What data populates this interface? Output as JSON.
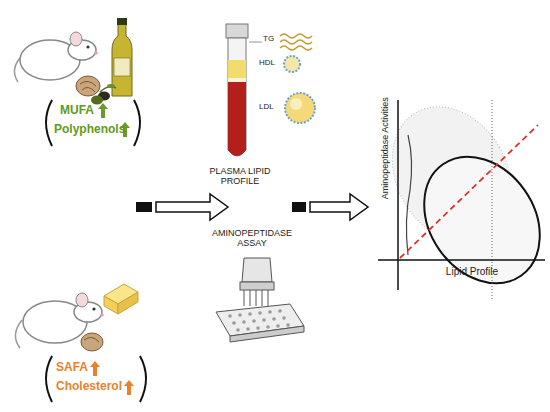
{
  "diagram": {
    "labels": [
      "MUFA",
      "Polyphenols",
      "SAFA",
      "Cholesterol",
      "PLASMA LIPID PROFILE",
      "TG",
      "HDL",
      "LDL",
      "AMINOPEPTIDASE ASSAY",
      "Aminopeptidase Activities",
      "Lipid Profile"
    ]
  }
}
